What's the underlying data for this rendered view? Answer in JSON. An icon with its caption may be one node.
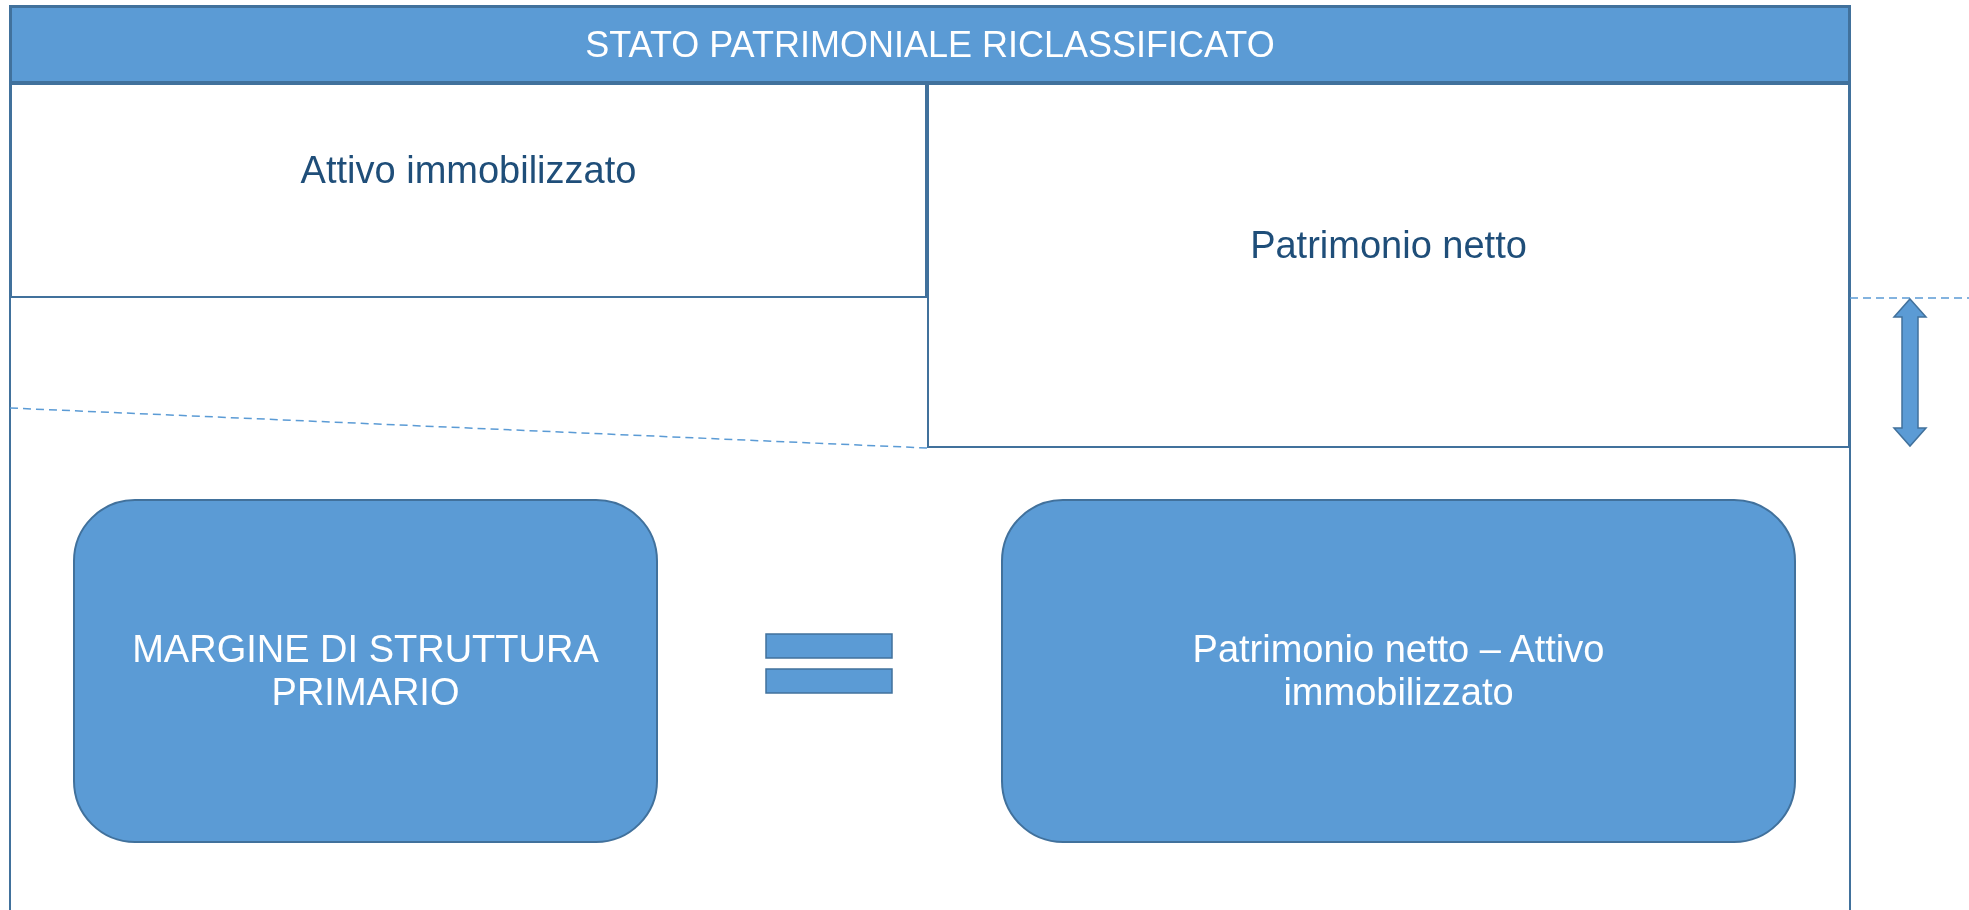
{
  "diagram": {
    "nodes": [
      {
        "text": [
          "STATO PATRIMONIALE RICLASSIFICATO"
        ]
      },
      {
        "text": [
          "Attivo immobilizzato"
        ]
      },
      {
        "text": [
          "Patrimonio netto"
        ]
      },
      {
        "text": [
          "MARGINE DI STRUTTURA PRIMARIO"
        ]
      },
      {
        "text": [
          "Patrimonio netto – Attivo immobilizzato"
        ]
      }
    ]
  }
}
